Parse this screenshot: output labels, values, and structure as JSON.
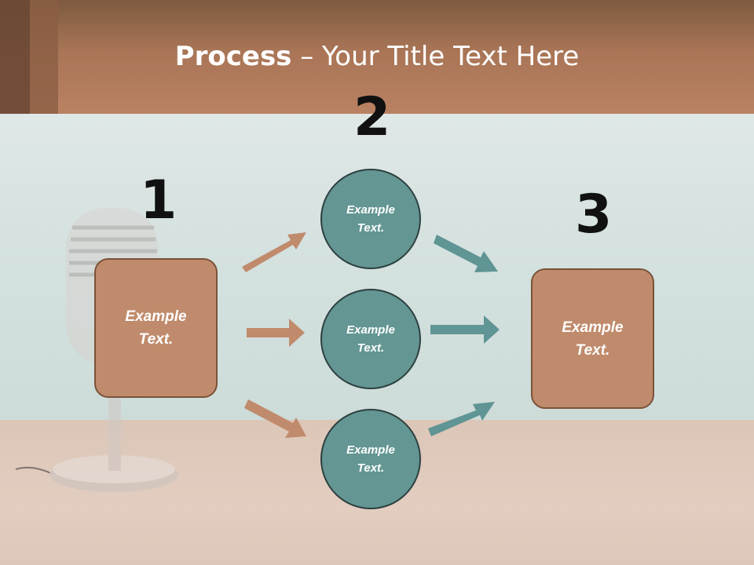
{
  "slide": {
    "title_strong": "Process",
    "title_rest": " – Your Title Text Here"
  },
  "steps": {
    "n1": "1",
    "n2": "2",
    "n3": "3"
  },
  "nodes": {
    "left_box": "Example\nText.",
    "circle_top": "Example\nText.",
    "circle_mid": "Example\nText.",
    "circle_bottom": "Example\nText.",
    "right_box": "Example\nText."
  },
  "colors": {
    "box_fill": "#c08b6c",
    "circle_fill": "#649693",
    "arrow_brown": "#c08b6c",
    "arrow_teal": "#5f9594"
  }
}
